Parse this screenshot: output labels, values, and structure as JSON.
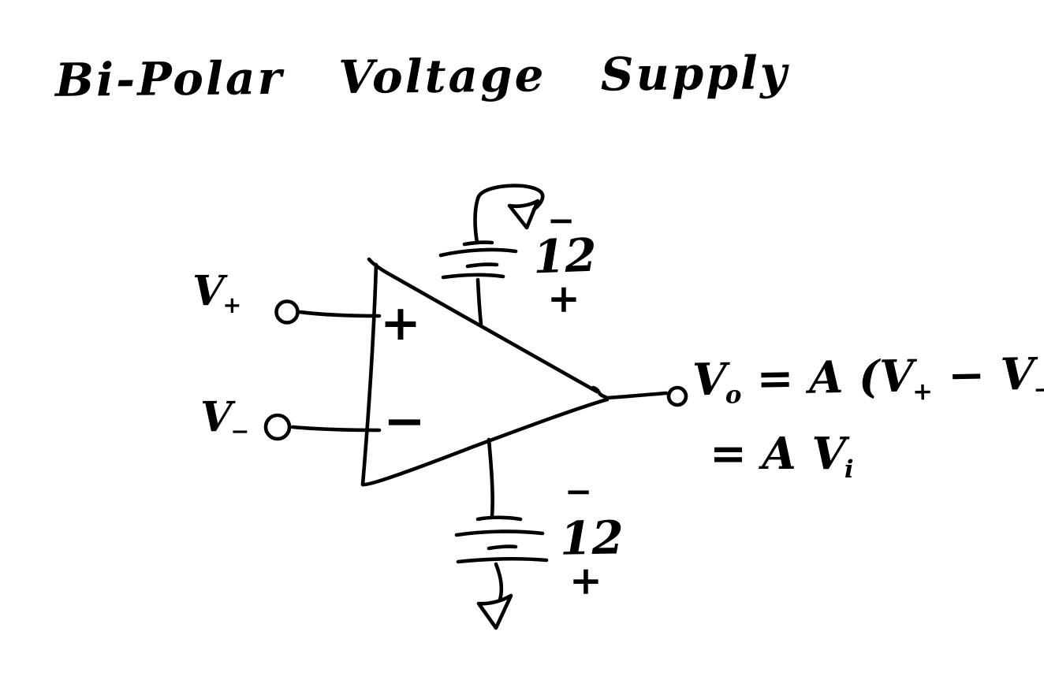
{
  "title": "Bi-Polar Voltage Supply",
  "colors": {
    "ink": "#000000",
    "paper": "#ffffff"
  },
  "opamp": {
    "noninverting_mark": "+",
    "inverting_mark": "−"
  },
  "inputs": {
    "vplus": {
      "base": "V",
      "sub": "+"
    },
    "vminus": {
      "base": "V",
      "sub": "−"
    }
  },
  "supplies": {
    "top": {
      "terminal_minus": "−",
      "voltage": "12",
      "terminal_plus": "+"
    },
    "bottom": {
      "terminal_minus": "−",
      "voltage": "12",
      "terminal_plus": "+"
    }
  },
  "output": {
    "eq1": {
      "v": "V",
      "v_sub": "o",
      "mid1": " = A (V",
      "plus_sub": "+",
      "mid2": " − V",
      "minus_sub": "−",
      "close": " )"
    },
    "eq2": {
      "prefix": "= A V",
      "i_sub": "i"
    }
  }
}
